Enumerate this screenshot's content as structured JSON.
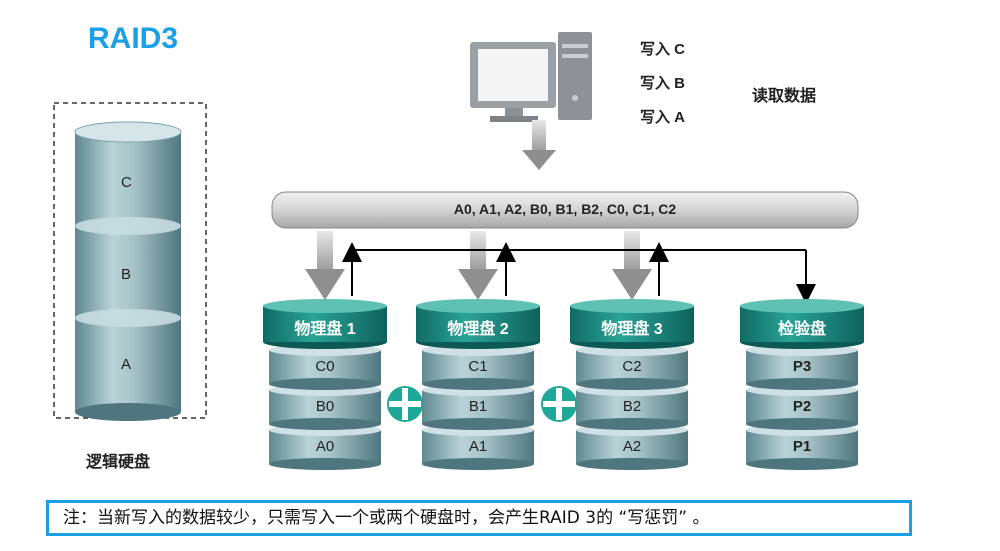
{
  "title": "RAID3",
  "logical_disk": {
    "label": "逻辑硬盘",
    "segments": [
      "C",
      "B",
      "A"
    ]
  },
  "writes": [
    "写入 C",
    "写入 B",
    "写入 A"
  ],
  "read_label": "读取数据",
  "bus_label": "A0, A1, A2, B0, B1, B2, C0, C1, C2",
  "disks": [
    {
      "name": "物理盘 1",
      "blocks": [
        "C0",
        "B0",
        "A0"
      ]
    },
    {
      "name": "物理盘 2",
      "blocks": [
        "C1",
        "B1",
        "A1"
      ]
    },
    {
      "name": "物理盘 3",
      "blocks": [
        "C2",
        "B2",
        "A2"
      ]
    },
    {
      "name": "检验盘",
      "blocks": [
        "P3",
        "P2",
        "P1"
      ]
    }
  ],
  "xor_symbol": "⊕",
  "note": "注：当新写入的数据较少，只需写入一个或两个硬盘时，会产生RAID 3的 “写惩罚” 。",
  "colors": {
    "title": "#1aa0e6",
    "disk_header": "#1d8a80",
    "disk_body": "#9cb9bf",
    "xor": "#1fa898",
    "note_border": "#1aa0e6"
  }
}
